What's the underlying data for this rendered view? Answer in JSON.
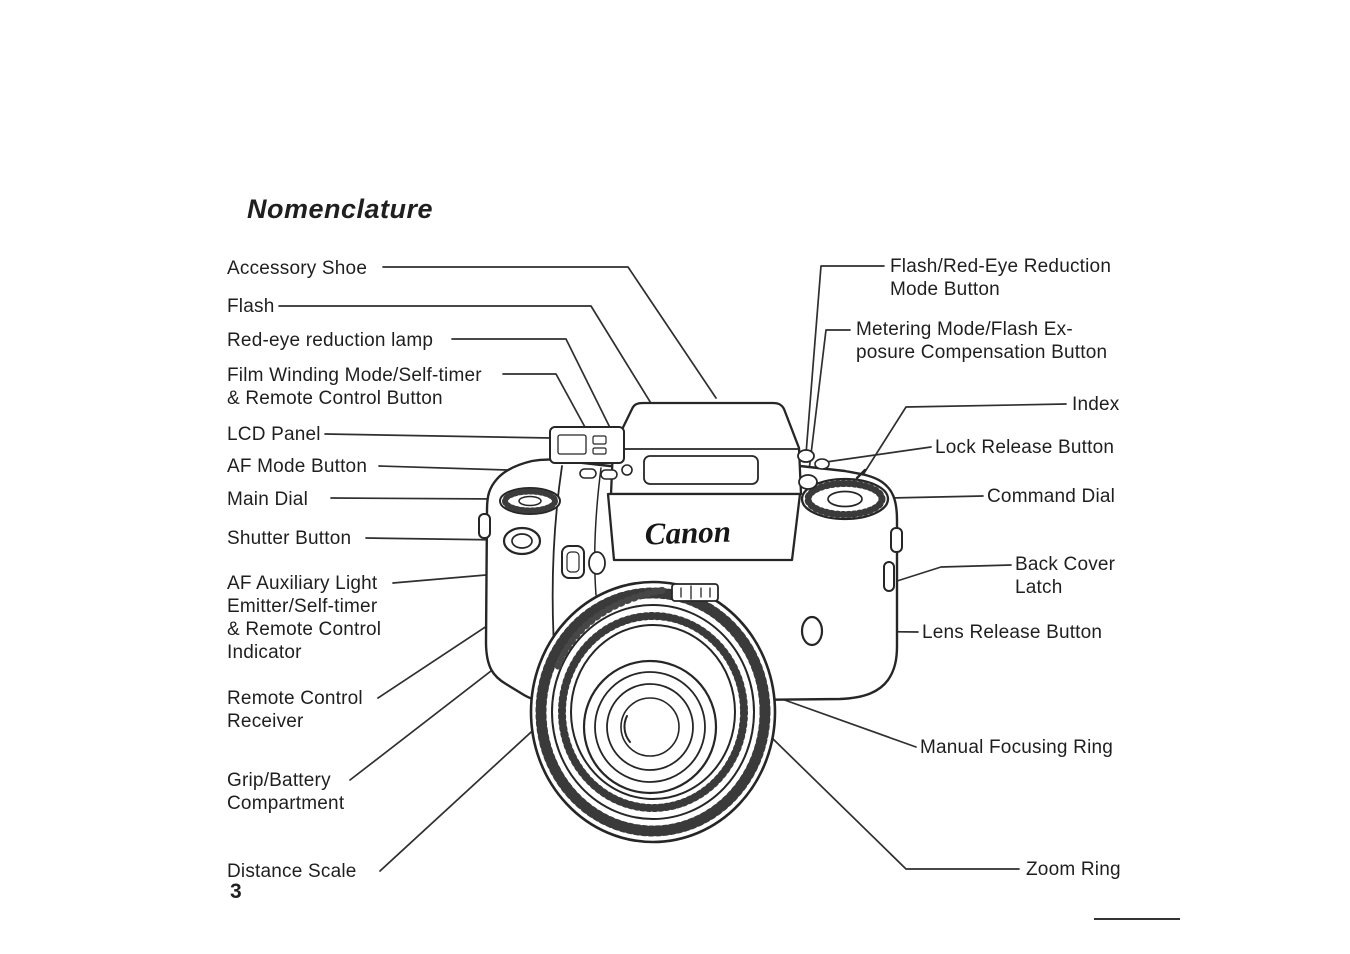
{
  "colors": {
    "ink": "#1f1f1f",
    "paper": "#ffffff"
  },
  "page": {
    "title": "Nomenclature",
    "page_number": "3",
    "camera_brand": "Canon"
  },
  "labels": {
    "left": [
      {
        "id": "accessory-shoe",
        "text": "Accessory Shoe"
      },
      {
        "id": "flash",
        "text": "Flash"
      },
      {
        "id": "red-eye-reduction-lamp",
        "text": "Red-eye reduction lamp"
      },
      {
        "id": "film-winding-mode",
        "text": "Film Winding Mode/Self-timer\n& Remote Control Button"
      },
      {
        "id": "lcd-panel",
        "text": "LCD Panel"
      },
      {
        "id": "af-mode-button",
        "text": "AF Mode Button"
      },
      {
        "id": "main-dial",
        "text": "Main Dial"
      },
      {
        "id": "shutter-button",
        "text": "Shutter Button"
      },
      {
        "id": "af-auxiliary-light",
        "text": "AF Auxiliary Light\nEmitter/Self-timer\n& Remote Control\nIndicator"
      },
      {
        "id": "remote-control-receiver",
        "text": "Remote Control\nReceiver"
      },
      {
        "id": "grip-battery-compartment",
        "text": "Grip/Battery\nCompartment"
      },
      {
        "id": "distance-scale",
        "text": "Distance Scale"
      }
    ],
    "right": [
      {
        "id": "flash-red-eye-mode-button",
        "text": "Flash/Red-Eye Reduction\nMode Button"
      },
      {
        "id": "metering-mode-button",
        "text": "Metering Mode/Flash Ex-\nposure Compensation Button"
      },
      {
        "id": "index",
        "text": "Index"
      },
      {
        "id": "lock-release-button",
        "text": "Lock Release Button"
      },
      {
        "id": "command-dial",
        "text": "Command Dial"
      },
      {
        "id": "back-cover-latch",
        "text": "Back Cover\nLatch"
      },
      {
        "id": "lens-release-button",
        "text": "Lens Release Button"
      },
      {
        "id": "manual-focusing-ring",
        "text": "Manual Focusing Ring"
      },
      {
        "id": "zoom-ring",
        "text": "Zoom Ring"
      }
    ]
  }
}
